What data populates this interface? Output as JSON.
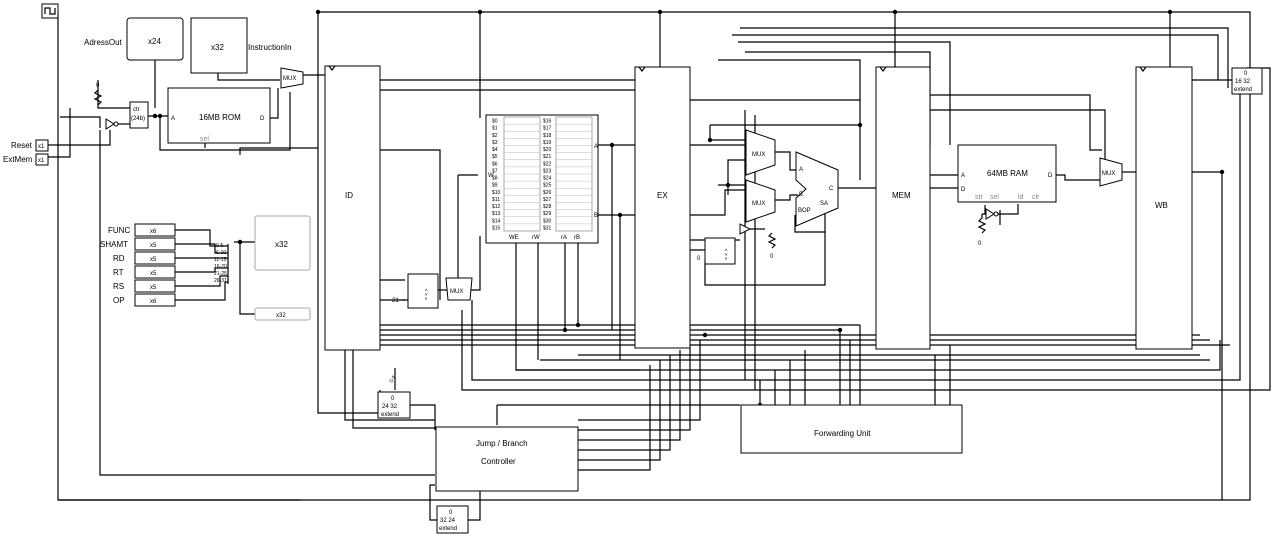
{
  "pins": {
    "clock": "",
    "adress_out": {
      "name": "AdressOut",
      "width": "x24"
    },
    "instruction_in": {
      "name": "InstructionIn",
      "width": "x32"
    },
    "reset": {
      "name": "Reset",
      "width": "x1"
    },
    "extmem": {
      "name": "ExtMem",
      "width": "x1"
    },
    "func": {
      "name": "FUNC",
      "width": "x6"
    },
    "shamt": {
      "name": "SHAMT",
      "width": "x5"
    },
    "rd": {
      "name": "RD",
      "width": "x5"
    },
    "rt": {
      "name": "RT",
      "width": "x5"
    },
    "rs": {
      "name": "RS",
      "width": "x5"
    },
    "op": {
      "name": "OP",
      "width": "x6"
    },
    "split_out_top": "x32",
    "split_out_bottom": "x32"
  },
  "splitter_bits": [
    "0-5",
    "6-10",
    "11-15",
    "16-20",
    "21-25",
    "26-31"
  ],
  "counter": {
    "line1": "ctr",
    "line2": "(24b)"
  },
  "const_zero": "0",
  "const_21": "21",
  "rom": {
    "label": "16MB ROM",
    "a": "A",
    "d": "D",
    "sel": "sel"
  },
  "ram": {
    "label": "64MB RAM",
    "a": "A",
    "d": "D",
    "str": "str",
    "sel": "sel",
    "ld": "ld",
    "clr": "clr"
  },
  "stages": {
    "id": "ID",
    "ex": "EX",
    "mem": "MEM",
    "wb": "WB"
  },
  "regfile": {
    "left_regs": [
      "$0",
      "$1",
      "$2",
      "$3",
      "$4",
      "$5",
      "$6",
      "$7",
      "$8",
      "$9",
      "$10",
      "$11",
      "$12",
      "$13",
      "$14",
      "$15"
    ],
    "right_regs": [
      "$16",
      "$17",
      "$18",
      "$19",
      "$20",
      "$21",
      "$22",
      "$23",
      "$24",
      "$25",
      "$26",
      "$27",
      "$28",
      "$29",
      "$30",
      "$31"
    ],
    "bottom_labels": [
      "WE",
      "rW",
      "rA",
      "rB"
    ],
    "port_a": "A",
    "port_b": "B",
    "port_w": "W"
  },
  "mux": "MUX",
  "alu": {
    "a": "A",
    "b": "B",
    "bop": "BOP",
    "c": "C",
    "sa": "SA"
  },
  "extenders": {
    "ext_16_32": {
      "value": "0",
      "bits": "16  32",
      "label": "extend"
    },
    "ext_24_32": {
      "value": "0",
      "bits": "24  32",
      "label": "extend"
    },
    "ext_32_24": {
      "value": "0",
      "bits": "32  24",
      "label": "extend"
    }
  },
  "controller": {
    "line1": "Jump / Branch",
    "line2": "Controller"
  },
  "forwarding": "Forwarding Unit"
}
